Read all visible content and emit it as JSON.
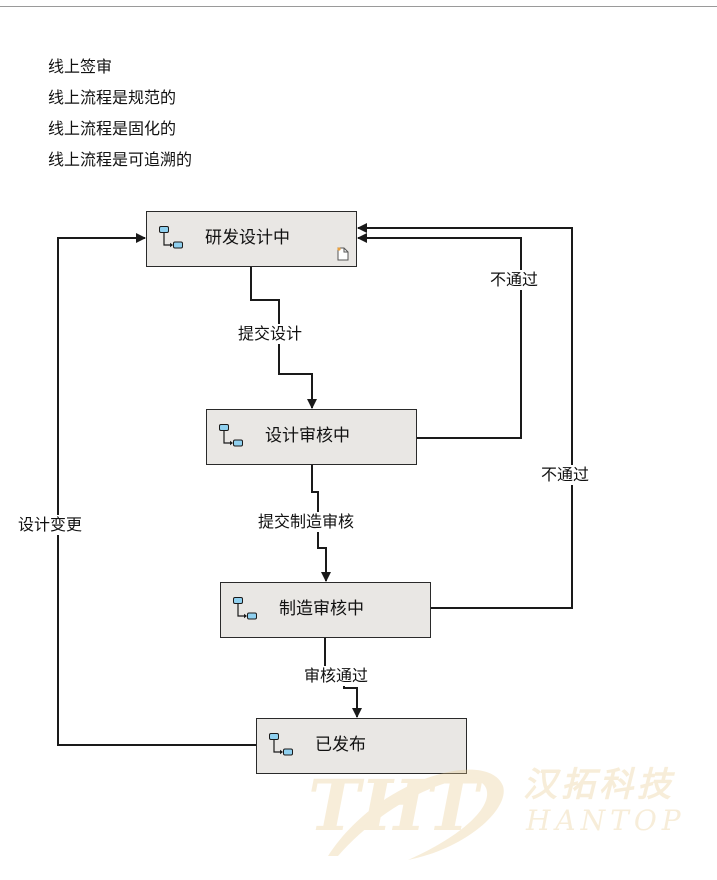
{
  "bullets": [
    "线上签审",
    "线上流程是规范的",
    "线上流程是固化的",
    "线上流程是可追溯的"
  ],
  "nodes": {
    "designing": "研发设计中",
    "design_review": "设计审核中",
    "manufacturing_review": "制造审核中",
    "released": "已发布"
  },
  "edges": {
    "submit_design": "提交设计",
    "submit_manufacturing_review": "提交制造审核",
    "review_passed": "审核通过",
    "reject_design_review": "不通过",
    "reject_manufacturing_review": "不通过",
    "design_change": "设计变更"
  },
  "watermark": {
    "logo_text": "THT",
    "name_cn": "汉拓科技",
    "name_en": "HANTOP",
    "color": "#e8c98a"
  },
  "colors": {
    "node_fill": "#e9e7e4",
    "icon_fill": "#8fd0ef",
    "line": "#1a1a1a"
  },
  "icons": {
    "node": "workflow-state-icon",
    "document": "document-icon"
  }
}
